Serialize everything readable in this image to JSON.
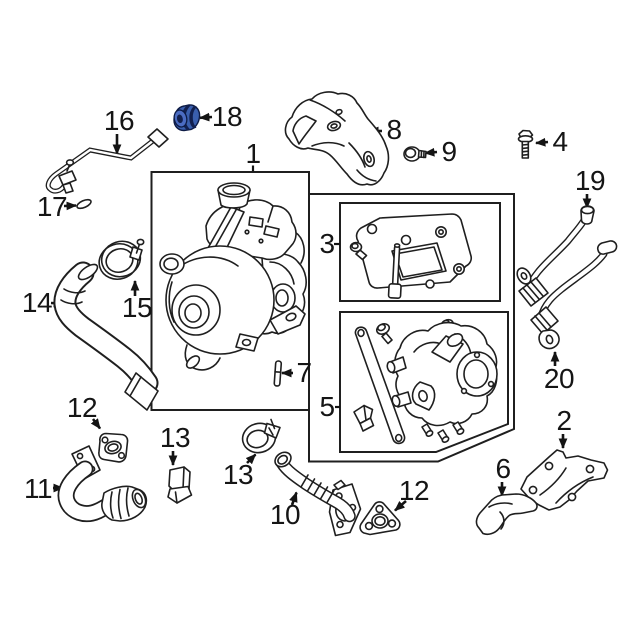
{
  "diagram": {
    "type": "exploded_parts_diagram",
    "colors": {
      "background": "#ffffff",
      "line": "#1f1f1f",
      "label": "#151515",
      "highlight": "#3a5fae",
      "highlight_light": "#4b6cc2",
      "highlight_dark": "#12204f"
    },
    "highlighted_part": "18",
    "callouts": {
      "c1": {
        "label": "1"
      },
      "c2": {
        "label": "2"
      },
      "c3": {
        "label": "3"
      },
      "c4": {
        "label": "4"
      },
      "c5": {
        "label": "5"
      },
      "c6": {
        "label": "6"
      },
      "c7": {
        "label": "7"
      },
      "c8": {
        "label": "8"
      },
      "c9": {
        "label": "9"
      },
      "c10": {
        "label": "10"
      },
      "c11": {
        "label": "11"
      },
      "c12a": {
        "label": "12"
      },
      "c12b": {
        "label": "12"
      },
      "c13a": {
        "label": "13"
      },
      "c13b": {
        "label": "13"
      },
      "c14": {
        "label": "14"
      },
      "c15": {
        "label": "15"
      },
      "c16": {
        "label": "16"
      },
      "c17": {
        "label": "17"
      },
      "c18": {
        "label": "18"
      },
      "c19": {
        "label": "19"
      },
      "c20": {
        "label": "20"
      }
    }
  }
}
